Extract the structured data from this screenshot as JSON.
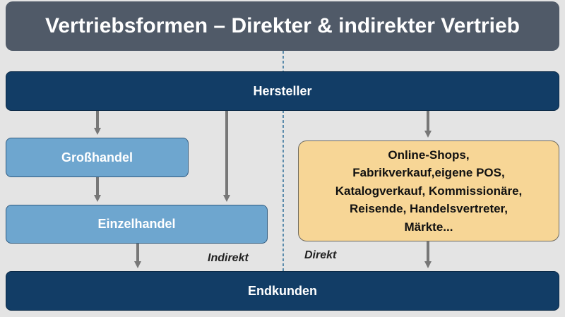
{
  "title": "Vertriebsformen – Direkter & indirekter Vertrieb",
  "nodes": {
    "hersteller": "Hersteller",
    "grosshandel": "Großhandel",
    "einzelhandel": "Einzelhandel",
    "direct_channels": [
      "Online-Shops,",
      "Fabrikverkauf,eigene POS,",
      "Katalogverkauf, Kommissionäre,",
      "Reisende, Handelsvertreter,",
      "Märkte..."
    ],
    "endkunden": "Endkunden"
  },
  "labels": {
    "indirekt": "Indirekt",
    "direkt": "Direkt"
  },
  "colors": {
    "title_bg": "#505a68",
    "navy": "#123d66",
    "light_blue": "#6ea6cf",
    "tan": "#f7d696",
    "arrow": "#777777",
    "divider": "#2f6f9a",
    "background": "#e4e4e4"
  }
}
